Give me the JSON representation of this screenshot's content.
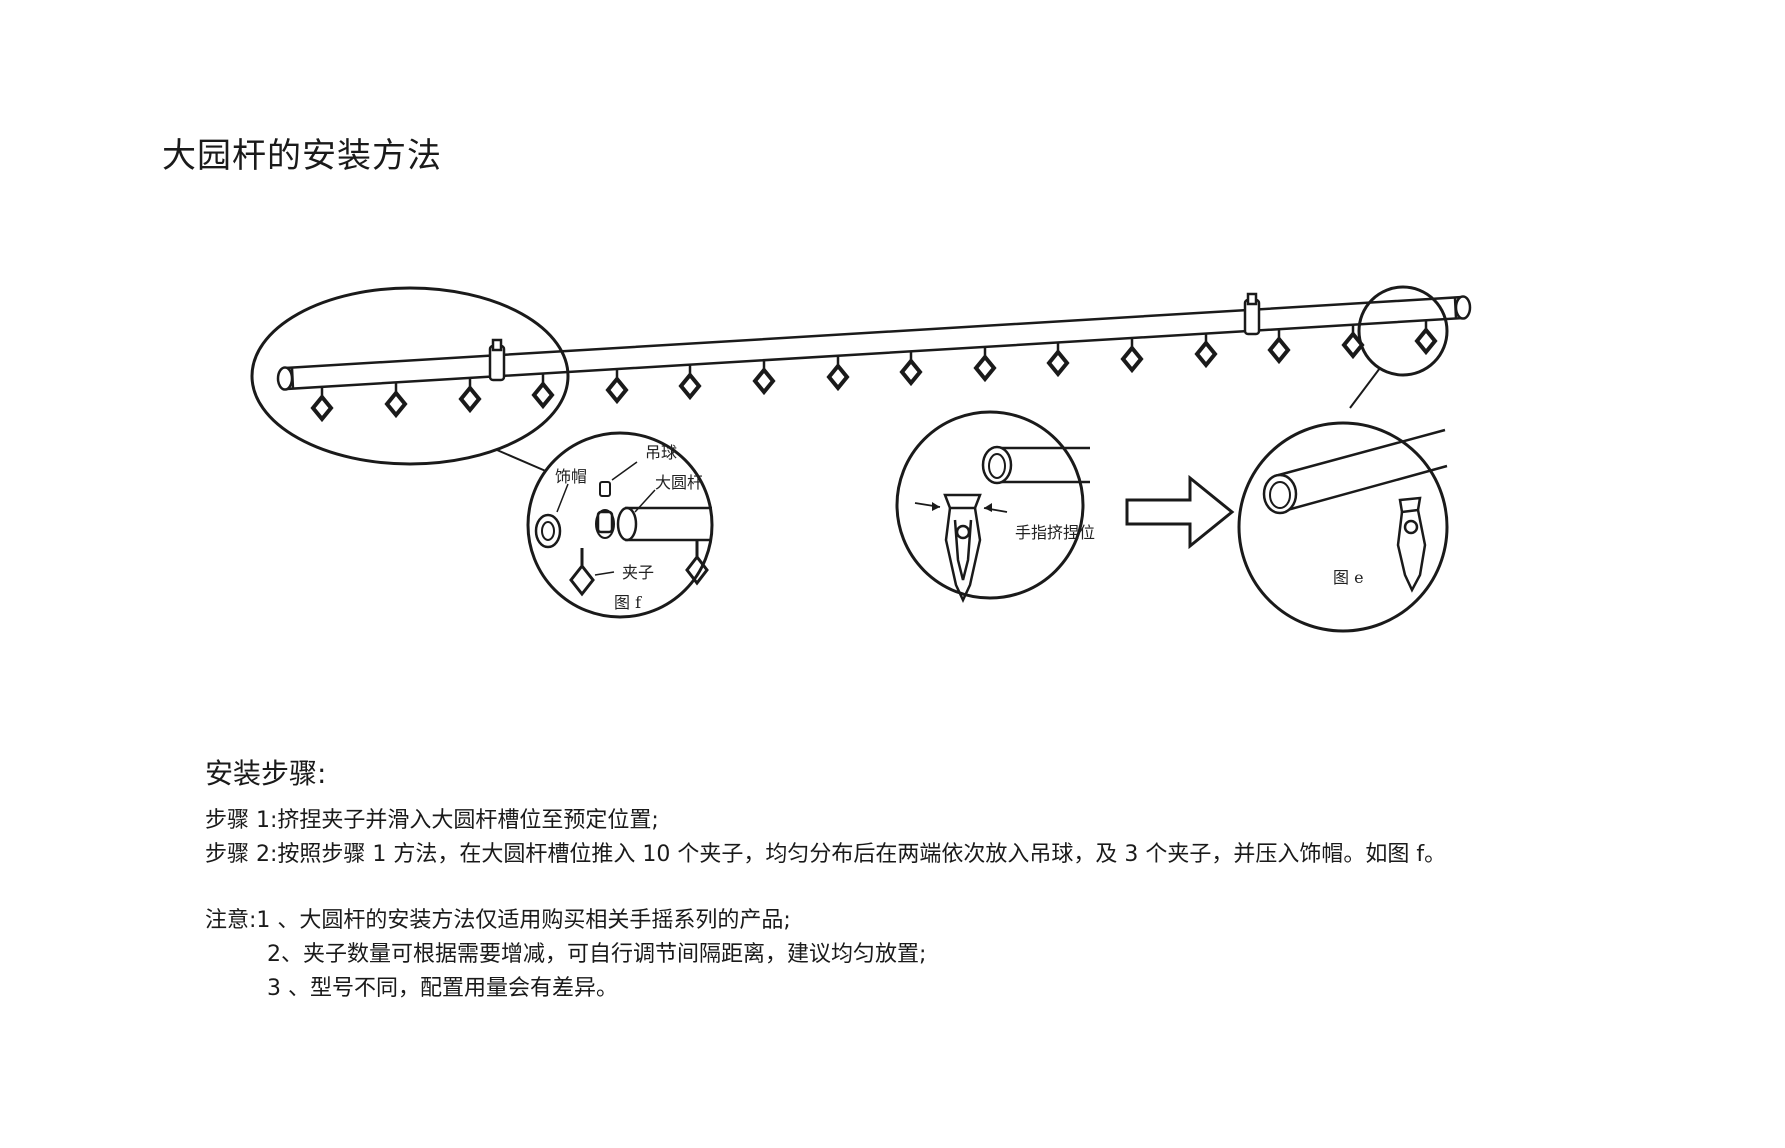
{
  "page": {
    "title": "大园杆的安装方法"
  },
  "diagram": {
    "labels": {
      "finial": "饰帽",
      "ball": "吊球",
      "rod": "大圆杆",
      "clip": "夹子",
      "fig_f": "图  f",
      "finger_press": "手指挤捏位",
      "fig_e": "图  e"
    }
  },
  "instructions": {
    "heading": "安装步骤:",
    "step1": "步骤 1:挤捏夹子并滑入大圆杆槽位至预定位置;",
    "step2": "步骤 2:按照步骤 1 方法，在大圆杆槽位推入 10 个夹子，均匀分布后在两端依次放入吊球，及 3 个夹子，并压入饰帽。如图 f。",
    "note1": "注意:1 、大圆杆的安装方法仅适用购买相关手摇系列的产品;",
    "note2": "2、夹子数量可根据需要增减，可自行调节间隔距离，建议均匀放置;",
    "note3": "3 、型号不同，配置用量会有差异。"
  },
  "colors": {
    "ink": "#1a1a1a",
    "background": "#ffffff"
  }
}
